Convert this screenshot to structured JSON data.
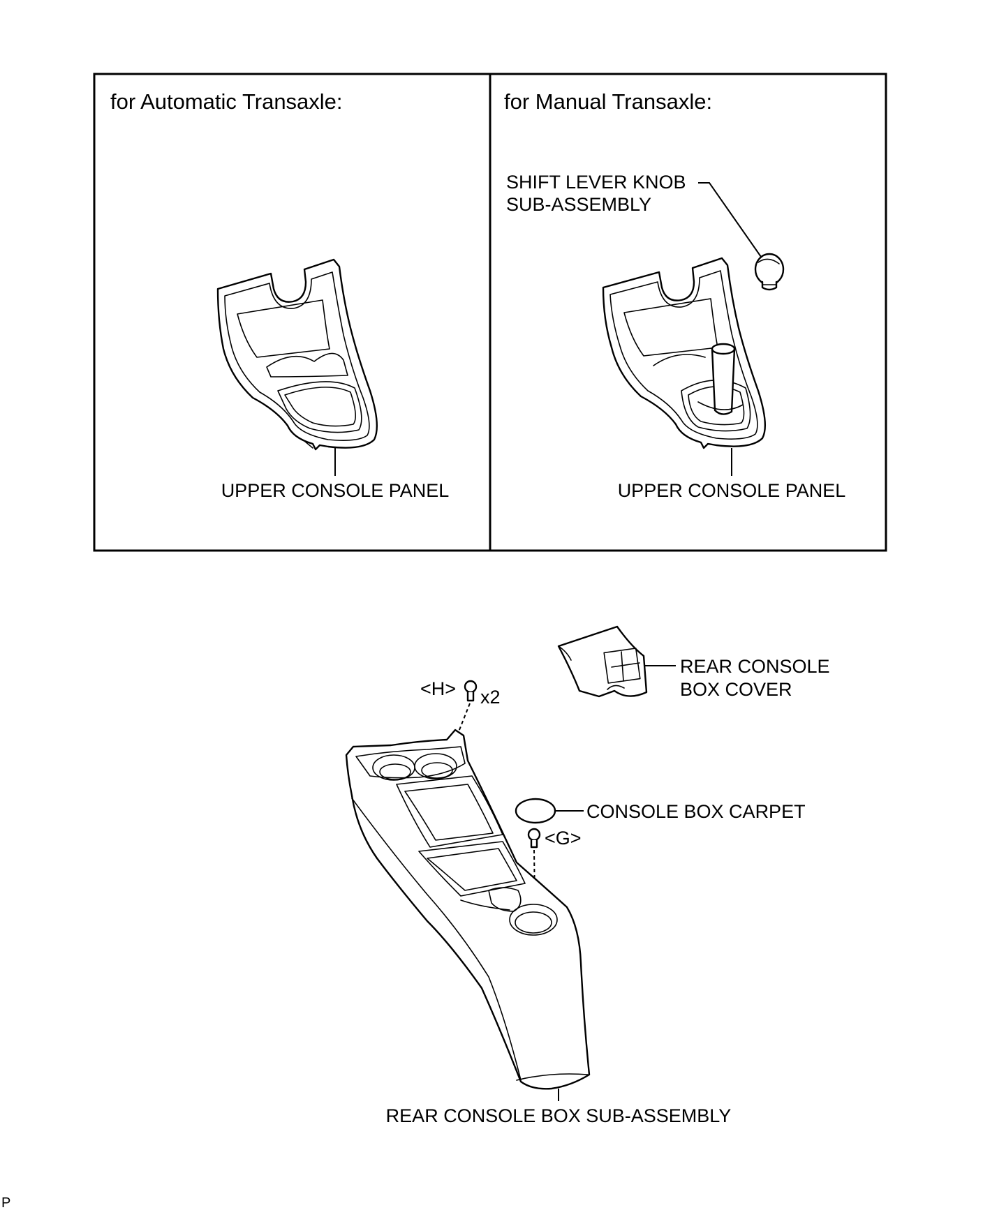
{
  "panels": {
    "automatic": {
      "heading": "for Automatic Transaxle:",
      "panel_label": "UPPER CONSOLE PANEL"
    },
    "manual": {
      "heading": "for Manual Transaxle:",
      "knob_label_line1": "SHIFT LEVER KNOB",
      "knob_label_line2": "SUB-ASSEMBLY",
      "panel_label": "UPPER CONSOLE PANEL"
    }
  },
  "lower": {
    "bolt_h_label": "<H>",
    "bolt_h_qty": "x2",
    "cover_label_line1": "REAR CONSOLE",
    "cover_label_line2": "BOX COVER",
    "carpet_label": "CONSOLE BOX CARPET",
    "bolt_g_label": "<G>",
    "box_label": "REAR CONSOLE BOX SUB-ASSEMBLY"
  },
  "corner_mark": "P"
}
